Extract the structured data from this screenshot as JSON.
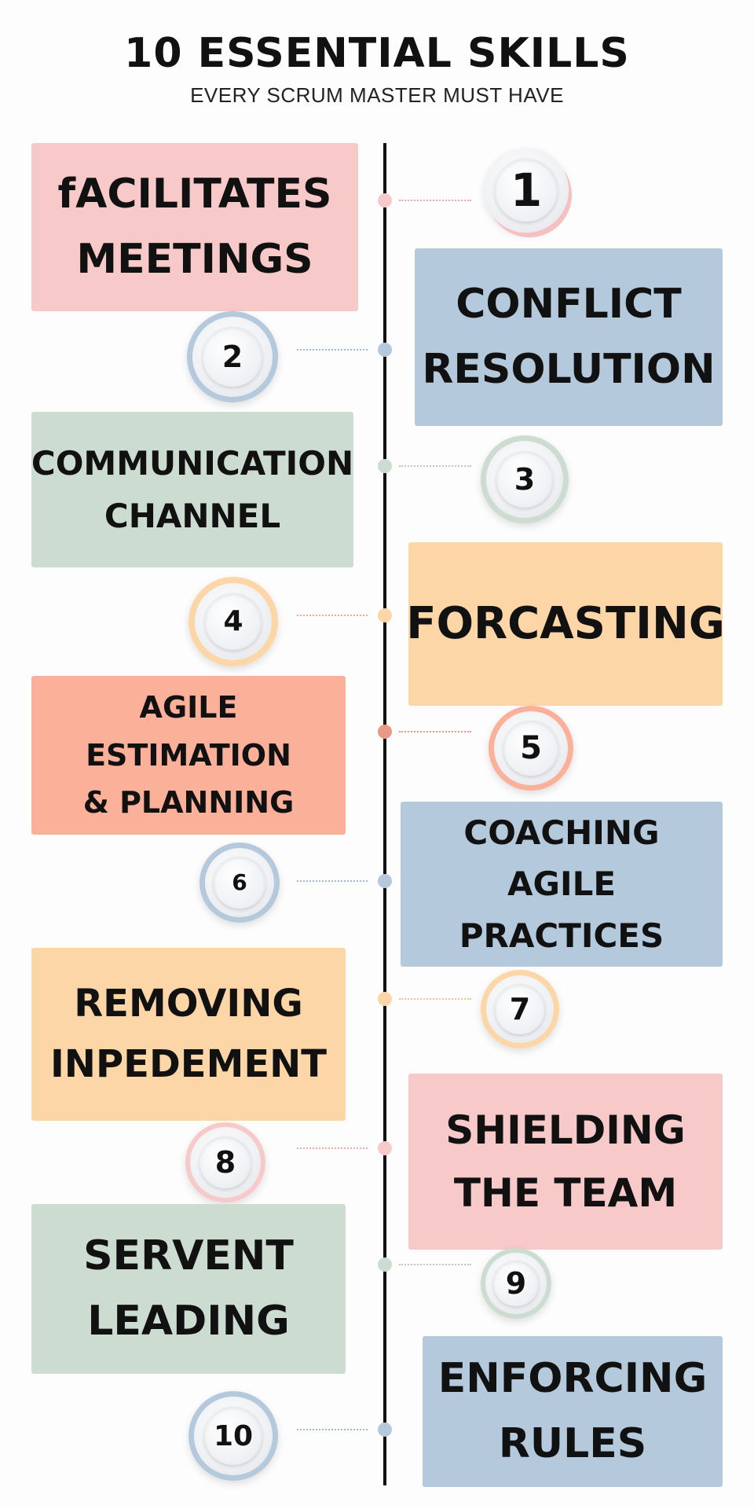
{
  "title": "10 ESSENTIAL SKILLS",
  "subtitle": "EVERY SCRUM MASTER MUST HAVE",
  "colors": {
    "pink": "#f8c9c9",
    "blue": "#b4c9dc",
    "green": "#cddcd0",
    "peach": "#fcd6a6",
    "salmon": "#fbb09a"
  },
  "skills": [
    {
      "number": "1",
      "line1": "fACILITATES",
      "line2": "MEETINGS",
      "line3": "",
      "color": "#f8c9c9"
    },
    {
      "number": "2",
      "line1": "CONFLICT",
      "line2": "RESOLUTION",
      "line3": "",
      "color": "#b4c9dc"
    },
    {
      "number": "3",
      "line1": "COMMUNICATION",
      "line2": "CHANNEL",
      "line3": "",
      "color": "#cddcd0"
    },
    {
      "number": "4",
      "line1": "FORCASTING",
      "line2": "",
      "line3": "",
      "color": "#fcd6a6"
    },
    {
      "number": "5",
      "line1": "AGILE ESTIMATION",
      "line2": "& PLANNING",
      "line3": "",
      "color": "#fbb09a"
    },
    {
      "number": "6",
      "line1": "COACHING",
      "line2": "AGILE",
      "line3": "PRACTICES",
      "color": "#b4c9dc"
    },
    {
      "number": "7",
      "line1": "REMOVING",
      "line2": "INPEDEMENT",
      "line3": "",
      "color": "#fcd6a6"
    },
    {
      "number": "8",
      "line1": "SHIELDING",
      "line2": "THE TEAM",
      "line3": "",
      "color": "#f8c9c9"
    },
    {
      "number": "9",
      "line1": "SERVENT",
      "line2": "LEADING",
      "line3": "",
      "color": "#cddcd0"
    },
    {
      "number": "10",
      "line1": "ENFORCING",
      "line2": "RULES",
      "line3": "",
      "color": "#b4c9dc"
    }
  ]
}
